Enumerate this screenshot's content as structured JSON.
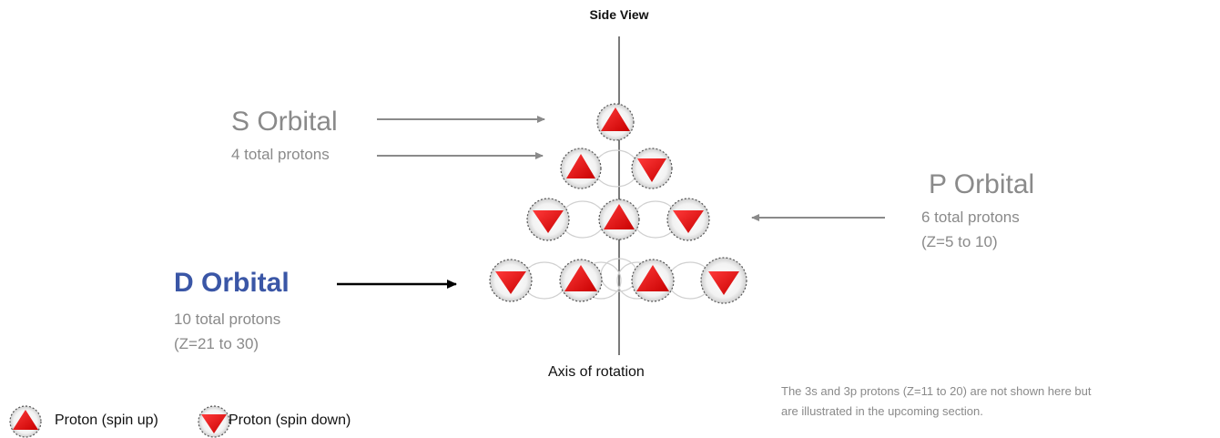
{
  "title": "Side View",
  "s_orbital": {
    "title": "S Orbital",
    "count": "4 total protons"
  },
  "p_orbital": {
    "title": "P Orbital",
    "count": "6 total protons",
    "range": "(Z=5 to 10)"
  },
  "d_orbital": {
    "title": "D Orbital",
    "count": "10 total protons",
    "range": "(Z=21 to 30)"
  },
  "axis_label": "Axis of rotation",
  "note": {
    "line1": "The 3s and 3p protons (Z=11 to 20) are not shown here but",
    "line2": "are illustrated in the upcoming section."
  },
  "legend": {
    "up": "Proton (spin up)",
    "down": "Proton (spin down)"
  },
  "colors": {
    "proton": "#e8141a",
    "label_gray": "#8a8a8a",
    "d_orbital_blue": "#3a56a6"
  },
  "icons": {
    "spin_up": "triangle-up-icon",
    "spin_down": "triangle-down-icon"
  }
}
